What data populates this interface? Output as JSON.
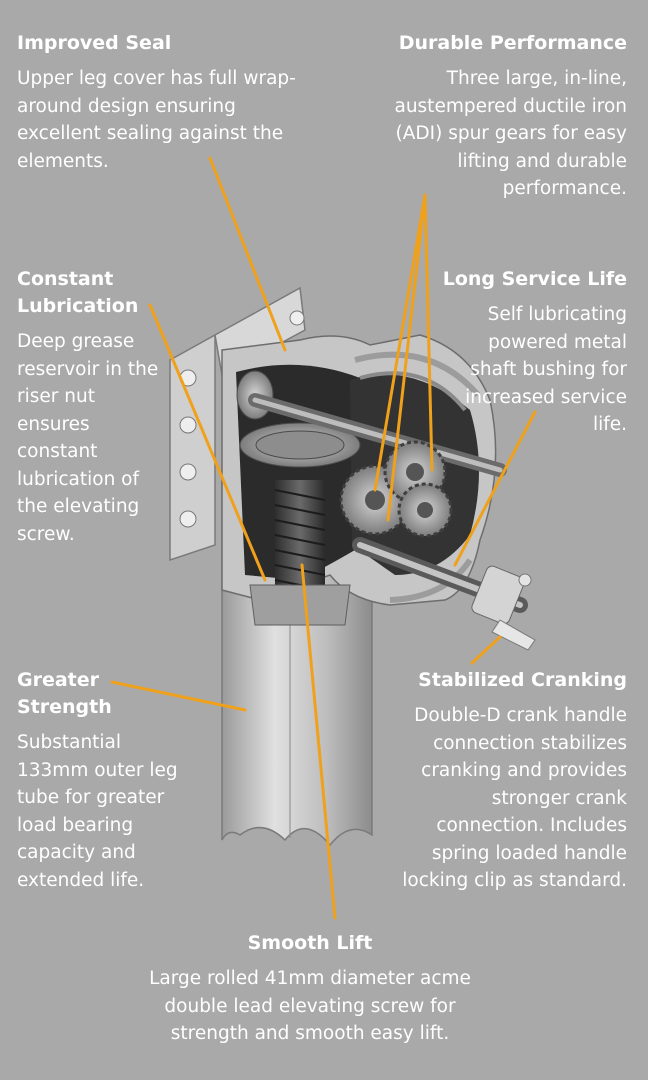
{
  "callouts": {
    "improved_seal": {
      "title": "Improved Seal",
      "body": "Upper leg cover has full wrap-around design ensuring excellent sealing against the elements."
    },
    "durable_performance": {
      "title": "Durable Performance",
      "body": "Three large, in-line, austempered ductile iron (ADI) spur gears for easy lifting and durable performance."
    },
    "constant_lubrication": {
      "title": "Constant Lubrication",
      "body": "Deep grease reservoir in the riser nut ensures constant lubrication of the elevating screw."
    },
    "long_service_life": {
      "title": "Long Service Life",
      "body": "Self lubricating powered metal shaft bushing for increased service life."
    },
    "greater_strength": {
      "title": "Greater Strength",
      "body": "Substantial 133mm outer leg tube for greater load bearing capacity and extended life."
    },
    "stabilized_cranking": {
      "title": "Stabilized Cranking",
      "body": "Double-D crank handle connection stabilizes cranking and provides stronger crank connection. Includes spring loaded handle locking clip as standard."
    },
    "smooth_lift": {
      "title": "Smooth Lift",
      "body": "Large rolled 41mm diameter acme double lead elevating screw for strength and smooth easy lift."
    }
  },
  "colors": {
    "background": "#a9a9a9",
    "text": "#ffffff",
    "leader_line": "#f0a11c",
    "metal_light": "#d9d9d9",
    "metal_mid": "#b8b8b8",
    "metal_dark": "#6f6f6f",
    "interior": "#2b2b2b"
  }
}
